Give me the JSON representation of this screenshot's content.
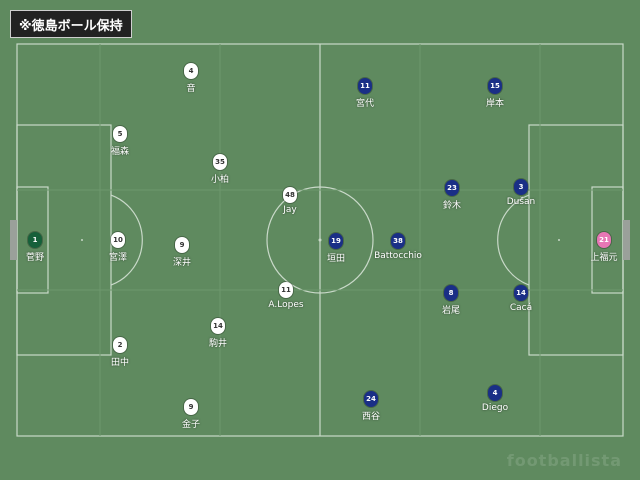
{
  "title": "※徳島ボール保持",
  "watermark": "footballista",
  "colors": {
    "pitch": "#5f8a5f",
    "lines": "#c9d9c9",
    "home": "#ffffff",
    "away": "#1a2f86",
    "home_gk": "#16603a",
    "away_gk": "#e777b5"
  },
  "home_players": [
    {
      "number": "1",
      "name": "菅野",
      "role": "gk"
    },
    {
      "number": "4",
      "name": "音"
    },
    {
      "number": "5",
      "name": "福森"
    },
    {
      "number": "35",
      "name": "小柏"
    },
    {
      "number": "10",
      "name": "宮澤"
    },
    {
      "number": "9",
      "name": "深井"
    },
    {
      "number": "48",
      "name": "Jay"
    },
    {
      "number": "11",
      "name": "A.Lopes"
    },
    {
      "number": "14",
      "name": "駒井"
    },
    {
      "number": "2",
      "name": "田中"
    },
    {
      "number": "9",
      "name": "金子"
    }
  ],
  "away_players": [
    {
      "number": "11",
      "name": "宮代"
    },
    {
      "number": "15",
      "name": "岸本"
    },
    {
      "number": "23",
      "name": "鈴木"
    },
    {
      "number": "3",
      "name": "Dušan"
    },
    {
      "number": "19",
      "name": "垣田"
    },
    {
      "number": "38",
      "name": "Battocchio"
    },
    {
      "number": "8",
      "name": "岩尾"
    },
    {
      "number": "14",
      "name": "Cacá"
    },
    {
      "number": "24",
      "name": "西谷"
    },
    {
      "number": "4",
      "name": "Diego"
    },
    {
      "number": "21",
      "name": "上福元",
      "role": "gk"
    }
  ]
}
